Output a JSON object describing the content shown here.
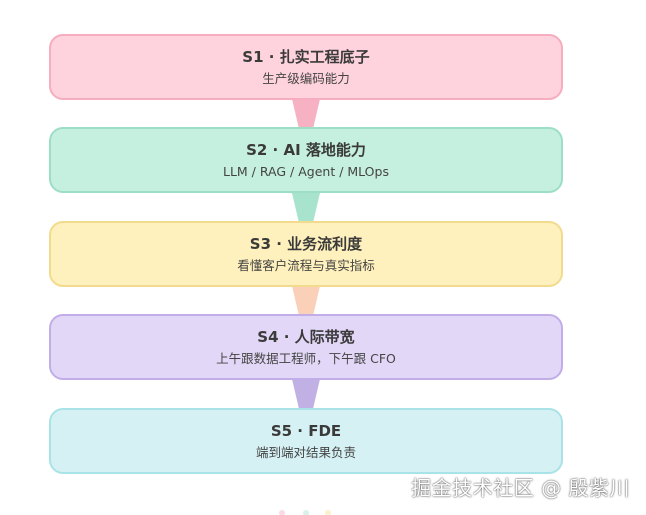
{
  "stages": [
    {
      "title": "S1 · 扎实工程底子",
      "subtitle": "生产级编码能力",
      "fill": "#ffd3dd",
      "border": "#f5adbf",
      "arrow": "#f5a9bb"
    },
    {
      "title": "S2 · AI 落地能力",
      "subtitle": "LLM / RAG / Agent / MLOps",
      "fill": "#c5efdf",
      "border": "#9ddfc6",
      "arrow": "#9fe0c8"
    },
    {
      "title": "S3 · 业务流利度",
      "subtitle": "看懂客户流程与真实指标",
      "fill": "#fff1bd",
      "border": "#f3db8e",
      "arrow": "#f9cbb0"
    },
    {
      "title": "S4 · 人际带宽",
      "subtitle": "上午跟数据工程师，下午跟 CFO",
      "fill": "#e3d7f7",
      "border": "#c1aee8",
      "arrow": "#b9a7e0"
    },
    {
      "title": "S5 · FDE",
      "subtitle": "端到端对结果负责",
      "fill": "#d5f1f3",
      "border": "#a9e3e7",
      "arrow": ""
    }
  ],
  "watermark": "掘金技术社区 @ 殷紫川"
}
